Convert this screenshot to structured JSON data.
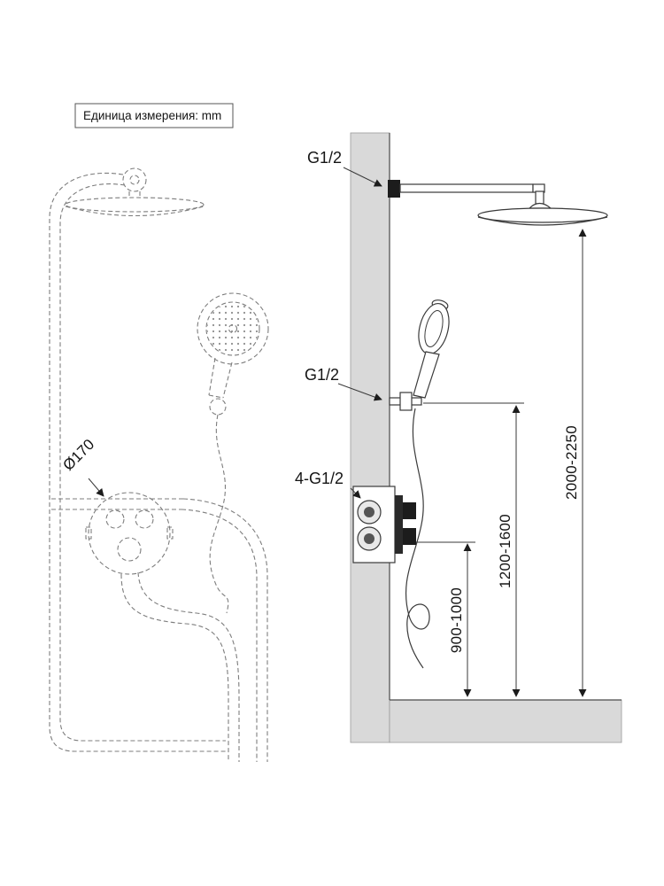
{
  "diagram": {
    "unit_label": "Единица измерения: mm",
    "connections": {
      "top_shower_arm": "G1/2",
      "hand_shower_outlet": "G1/2",
      "mixer_valve": "4-G1/2"
    },
    "valve_plate_diameter": "Ø170",
    "dimensions": {
      "ceiling_shower_height": "2000-2250",
      "hand_shower_height": "1200-1600",
      "mixer_height": "900-1000"
    },
    "colors": {
      "wall": "#d9d9d9",
      "floor": "#d9d9d9",
      "line": "#3a3a3a"
    }
  }
}
